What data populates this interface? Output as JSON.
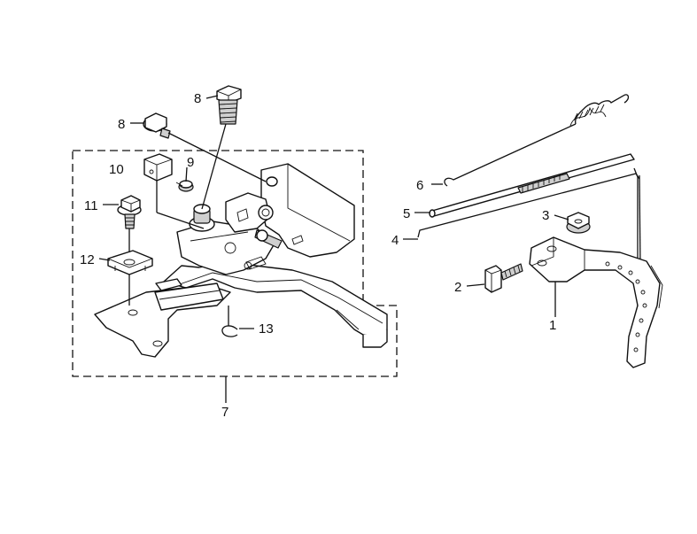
{
  "callouts": [
    {
      "id": "c1",
      "text": "1"
    },
    {
      "id": "c2",
      "text": "2"
    },
    {
      "id": "c3",
      "text": "3"
    },
    {
      "id": "c4",
      "text": "4"
    },
    {
      "id": "c5",
      "text": "5"
    },
    {
      "id": "c6",
      "text": "6"
    },
    {
      "id": "c7",
      "text": "7"
    },
    {
      "id": "c8a",
      "text": "8"
    },
    {
      "id": "c8b",
      "text": "8"
    },
    {
      "id": "c9",
      "text": "9"
    },
    {
      "id": "c10",
      "text": "10"
    },
    {
      "id": "c11",
      "text": "11"
    },
    {
      "id": "c12",
      "text": "12"
    },
    {
      "id": "c13",
      "text": "13"
    }
  ]
}
